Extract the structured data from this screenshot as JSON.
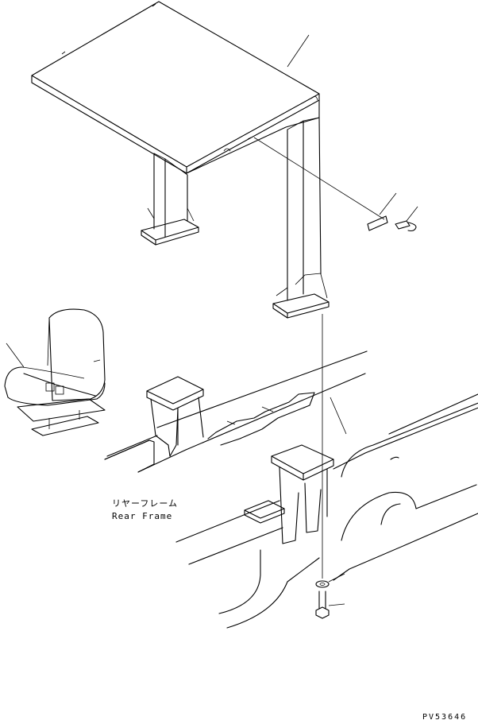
{
  "labels": {
    "rear_frame_jp": "リヤーフレーム",
    "rear_frame_en": "Rear Frame",
    "drawing_code": "PV53646"
  },
  "icons": [
    "canopy",
    "operator-seat",
    "mounting-bracket",
    "bolt",
    "washer",
    "rear-frame"
  ]
}
